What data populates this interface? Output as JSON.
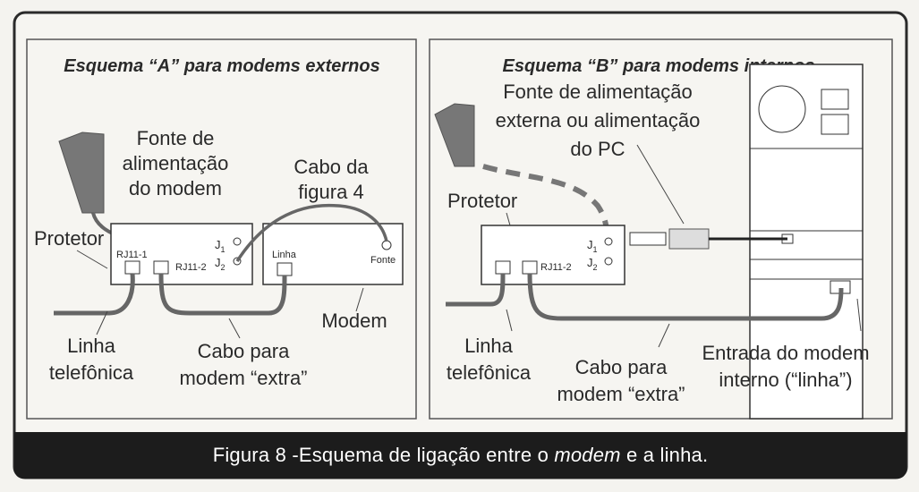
{
  "figure": {
    "caption_prefix": "Figura 8 -Esquema de ligação entre o",
    "caption_em": "modem",
    "caption_suffix": "e a linha."
  },
  "panel_a": {
    "title": "Esquema “A” para modems externos",
    "power_label": [
      "Fonte de",
      "alimentação",
      "do modem"
    ],
    "cable_fig4_label": [
      "Cabo da",
      "figura 4"
    ],
    "protector_label": "Protetor",
    "rj11_1": "RJ11-1",
    "rj11_2": "RJ11-2",
    "j1": "J",
    "j1_sub": "1",
    "j2": "J",
    "j2_sub": "2",
    "modem_linha": "Linha",
    "modem_fonte": "Fonte",
    "modem_label": "Modem",
    "phone_line_label": [
      "Linha",
      "telefônica"
    ],
    "cable_extra_label": [
      "Cabo para",
      "modem “extra”"
    ]
  },
  "panel_b": {
    "title": "Esquema “B” para modems internos",
    "power_label": [
      "Fonte de alimentação",
      "externa ou alimentação",
      "do PC"
    ],
    "protector_label": "Protetor",
    "rj11_2": "RJ11-2",
    "j1": "J",
    "j1_sub": "1",
    "j2": "J",
    "j2_sub": "2",
    "phone_line_label": [
      "Linha",
      "telefônica"
    ],
    "cable_extra_label": [
      "Cabo para",
      "modem “extra”"
    ],
    "modem_input_label": [
      "Entrada do modem",
      "interno (“linha”)"
    ]
  }
}
